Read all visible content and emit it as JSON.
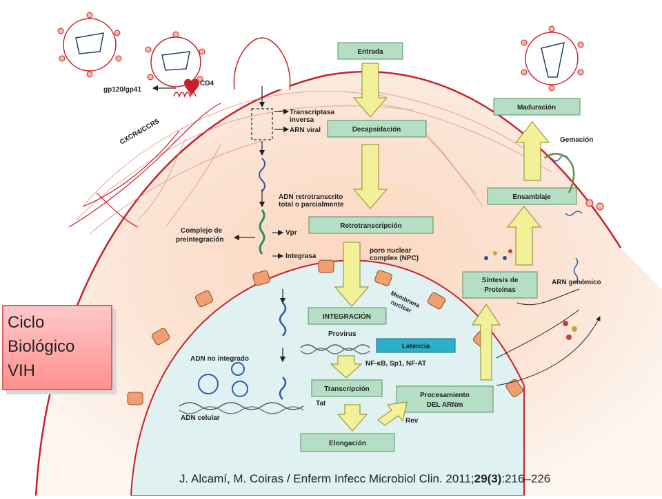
{
  "callout": {
    "lines": [
      "Ciclo",
      "Biológico",
      "VIH"
    ]
  },
  "steps": {
    "entrada": "Entrada",
    "decapsidacion": "Decapsidación",
    "retrotranscripcion": "Retrotranscripción",
    "integracion": "INTEGRACIÓN",
    "latencia": "Latencia",
    "transcripcion": "Transcripción",
    "procesamiento_1": "Procesamiento",
    "procesamiento_2": "DEL ARNm",
    "elongacion": "Elongación",
    "sintesis_1": "Síntesis de",
    "sintesis_2": "Proteínas",
    "ensamblaje": "Ensamblaje",
    "maduracion": "Maduración"
  },
  "labels": {
    "gp120": "gp120/gp41",
    "cd4": "CD4",
    "cxcr4": "CXCR4/CCR5",
    "transcriptasa_1": "Transcriptasa",
    "transcriptasa_2": "inversa",
    "arn_viral": "ARN viral",
    "adn_retro_1": "ADN retrotranscrito",
    "adn_retro_2": "total o parcialmente",
    "complejo_1": "Complejo de",
    "complejo_2": "preintegración",
    "vpr": "Vpr",
    "integrasa": "Integrasa",
    "poro_1": "poro nuclear",
    "poro_2": "complex (NPC)",
    "membrana_1": "Membrana",
    "membrana_2": "nuclear",
    "provirus": "Provirus",
    "adn_no_integrado": "ADN no integrado",
    "nf_kb": "NF-κB, Sp1, NF-AT",
    "adn_celular": "ADN celular",
    "tat": "Tat",
    "rev": "Rev",
    "arn_genomico": "ARN genómico",
    "gemacion": "Gemación"
  },
  "citation": {
    "prefix": "J. Alcamí, M. Coiras / Enferm Infecc Microbiol Clin. 2011;",
    "volume": "29(3)",
    "pages": ":216–226"
  },
  "colors": {
    "step_box": "#b5dfc4",
    "latencia_box": "#2ab0c8",
    "arrow_fill": "#f3f09a",
    "membrane": "#c8202a",
    "nucleus": "#dff1f1"
  }
}
